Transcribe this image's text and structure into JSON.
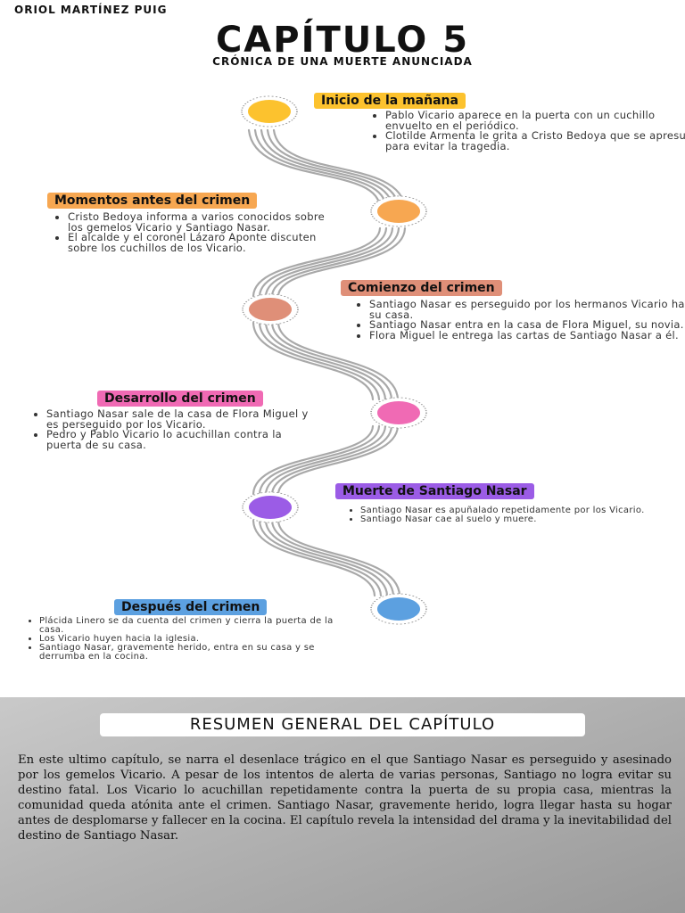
{
  "header": {
    "author": "ORIOL MARTÍNEZ PUIG",
    "title": "CAPÍTULO 5",
    "subtitle": "CRÓNICA DE UNA MUERTE ANUNCIADA"
  },
  "colors": {
    "yellow": "#fcc22e",
    "orange": "#f7a751",
    "salmon": "#df8f78",
    "pink": "#f06ab4",
    "purple": "#9b5ce6",
    "blue": "#5ca0e0"
  },
  "timeline": [
    {
      "label": "Inicio de la mañana",
      "items": [
        "Pablo Vicario aparece en la puerta con un cuchillo envuelto en el periódico.",
        "Clotilde Armenta le grita a Cristo Bedoya que se apresure para evitar la tragedia."
      ]
    },
    {
      "label": "Momentos antes del crimen",
      "items": [
        "Cristo Bedoya informa a varios conocidos sobre los gemelos Vicario y Santiago Nasar.",
        "El alcalde y el coronel Lázaro Aponte discuten sobre los cuchillos de los Vicario."
      ]
    },
    {
      "label": "Comienzo del crimen",
      "items": [
        "Santiago Nasar es perseguido por los hermanos Vicario hacia su casa.",
        "Santiago Nasar entra en la casa de Flora Miguel, su novia.",
        "Flora Miguel le entrega las cartas de Santiago Nasar a él."
      ]
    },
    {
      "label": "Desarrollo del crimen",
      "items": [
        "Santiago Nasar sale de la casa de Flora Miguel y es perseguido por los Vicario.",
        "Pedro y Pablo Vicario lo acuchillan contra la puerta de su casa."
      ]
    },
    {
      "label": "Muerte de Santiago Nasar",
      "items": [
        "Santiago Nasar es apuñalado repetidamente por los Vicario.",
        "Santiago Nasar cae al suelo y muere."
      ]
    },
    {
      "label": "Después del crimen",
      "items": [
        "Plácida Linero se da cuenta del crimen y cierra la puerta de la casa.",
        "Los Vicario huyen hacia la iglesia.",
        "Santiago Nasar, gravemente herido, entra en su casa y se derrumba en la cocina."
      ]
    }
  ],
  "summary": {
    "title": "RESUMEN GENERAL DEL CAPÍTULO",
    "text": "En este ultimo capítulo, se narra el desenlace trágico en el que Santiago Nasar es perseguido y asesinado por los gemelos Vicario. A pesar de los intentos de alerta de varias personas, Santiago no logra evitar su destino fatal. Los Vicario lo acuchillan repetidamente contra la puerta de su propia casa, mientras la comunidad queda atónita ante el crimen. Santiago Nasar, gravemente herido, logra llegar hasta su hogar antes de desplomarse y fallecer en la cocina. El capítulo revela la intensidad del drama y la inevitabilidad del destino de Santiago Nasar."
  }
}
